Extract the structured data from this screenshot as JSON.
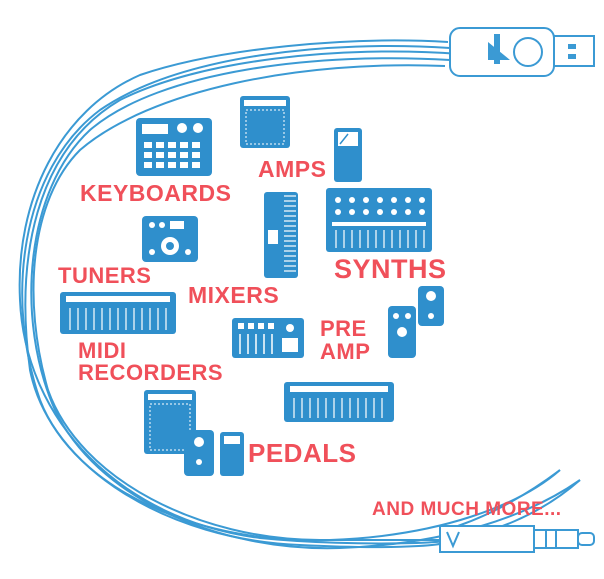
{
  "labels": {
    "keyboards": "KEYBOARDS",
    "amps": "AMPS",
    "synths": "SYNTHS",
    "tuners": "TUNERS",
    "mixers": "MIXERS",
    "pre": "PRE",
    "amp": "AMP",
    "midi": "MIDI",
    "recorders": "RECORDERS",
    "pedals": "PEDALS",
    "more": "AND MUCH MORE..."
  },
  "colors": {
    "label": "#f0505a",
    "device": "#2f8fcc",
    "cable": "#3b9ad4",
    "background": "#ffffff"
  },
  "icons": [
    "usb-plug-icon",
    "audio-jack-icon",
    "drum-machine-icon",
    "amp-icon",
    "tuner-icon",
    "pedal-icon",
    "keyboard-icon",
    "synth-icon",
    "mixer-icon"
  ]
}
